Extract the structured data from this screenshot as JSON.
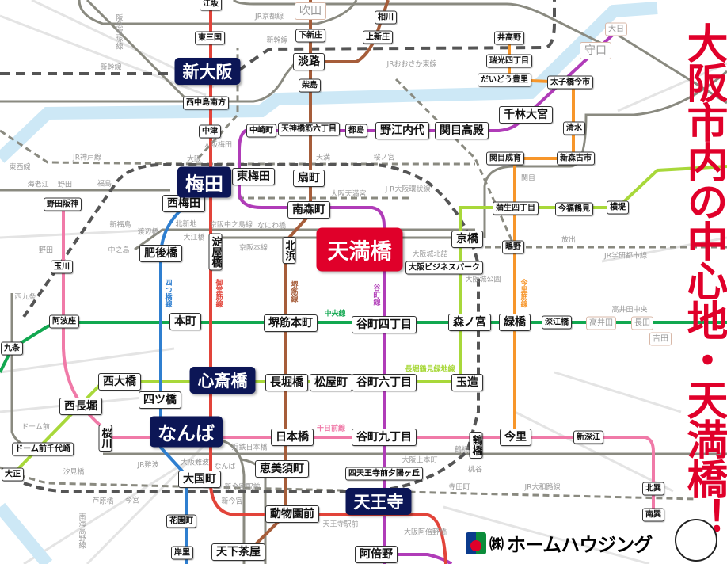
{
  "title": "大阪市内の中心地・天満橋！",
  "logo": {
    "kabu": "㈱",
    "name": "ホームハウジング"
  },
  "colors": {
    "midosuji": "#e2443a",
    "yotsubashi": "#2f7fd0",
    "sakaisuji": "#a65d3a",
    "tanimachi": "#b03cb8",
    "chuo": "#12a850",
    "nagahori": "#a8d83a",
    "sennichimae": "#f07aa8",
    "imazatosuji": "#f7962a",
    "jr": "#8a8a80",
    "river": "#cde8f6",
    "navy": "#0c1656",
    "red": "#e0002a"
  },
  "major": {
    "shin_osaka": "新大阪",
    "umeda": "梅田",
    "shinsaibashi": "心斎橋",
    "namba": "なんば",
    "tennoji": "天王寺",
    "temmabashi": "天満橋"
  },
  "stations": [
    "江坂",
    "東三国",
    "西中島南方",
    "中津",
    "吹田",
    "下新庄",
    "淡路",
    "柴島",
    "相川",
    "上新庄",
    "井高野",
    "瑞光四丁目",
    "だいどう豊里",
    "太子橋今市",
    "守口",
    "大日",
    "千林大宮",
    "清水",
    "中崎町",
    "天神橋筋六丁目",
    "都島",
    "野江内代",
    "関目高殿",
    "関目成育",
    "新森古市",
    "東梅田",
    "扇町",
    "西梅田",
    "野田阪神",
    "南森町",
    "蒲生四丁目",
    "今福鶴見",
    "横堤",
    "京橋",
    "鴫野",
    "大阪ビジネスパーク",
    "肥後橋",
    "淀屋橋",
    "北浜",
    "玉川",
    "阿波座",
    "本町",
    "堺筋本町",
    "谷町四丁目",
    "森ノ宮",
    "緑橋",
    "深江橋",
    "高井田",
    "長田",
    "吉田",
    "九条",
    "西大橋",
    "長堀橋",
    "松屋町",
    "谷町六丁目",
    "玉造",
    "西長堀",
    "四ツ橋",
    "桜川",
    "日本橋",
    "谷町九丁目",
    "鶴橋",
    "今里",
    "新深江",
    "ドーム前千代崎",
    "大正",
    "大国町",
    "恵美須町",
    "四天王寺前夕陽ヶ丘",
    "花園町",
    "動物園前",
    "天下茶屋",
    "岸里",
    "阿倍野",
    "北巽",
    "南巽"
  ],
  "labels": [
    "新幹線",
    "新幹線",
    "JR京都線",
    "JRおおさか東線",
    "JR神戸線",
    "J R大阪環状線",
    "京阪中之島線",
    "京阪本線",
    "阪急宝塚線",
    "東西線",
    "大阪梅田",
    "大阪",
    "天満",
    "桜ノ宮",
    "大阪天満宮",
    "海老江",
    "野田",
    "福島",
    "新福島",
    "北新地",
    "渡辺橋",
    "大江橋",
    "中之島",
    "なにわ橋",
    "大阪城北詰",
    "大阪城公園",
    "関目",
    "放出",
    "JR学研都市線",
    "高井田中央",
    "西九条",
    "ドーム前",
    "JR難波",
    "汐見橋",
    "大阪難波",
    "なんば",
    "近鉄日本橋",
    "新今宮駅前",
    "新今宮",
    "芦原橋",
    "今宮",
    "南海高野線",
    "天王寺駅前",
    "大阪上本町",
    "桃谷",
    "寺田町",
    "JR大和路線",
    "大阪阿倍野橋",
    "鶴橋",
    "野田"
  ],
  "line_labels": [
    "四つ橋線",
    "御堂筋線",
    "堺筋線",
    "谷町線",
    "中央線",
    "長堀鶴見緑地線",
    "千日前線",
    "今里筋線"
  ]
}
